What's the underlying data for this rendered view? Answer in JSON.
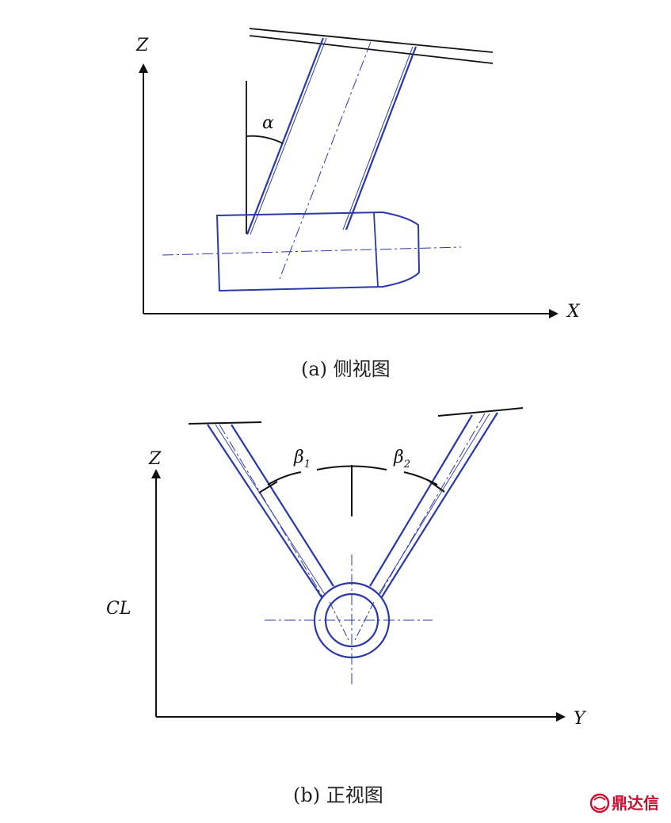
{
  "side_view": {
    "axis_z": "Z",
    "axis_x": "X",
    "angle": "α",
    "caption": "(a) 侧视图"
  },
  "front_view": {
    "axis_z": "Z",
    "axis_y": "Y",
    "axis_cl": "CL",
    "beta": "β",
    "beta1_sub": "1",
    "beta2_sub": "2",
    "caption": "(b) 正视图"
  },
  "watermark": {
    "text": "鼎达信"
  },
  "colors": {
    "line_blue": "#2a38a8",
    "axis_black": "#111111",
    "brand_red": "#c8102e"
  }
}
